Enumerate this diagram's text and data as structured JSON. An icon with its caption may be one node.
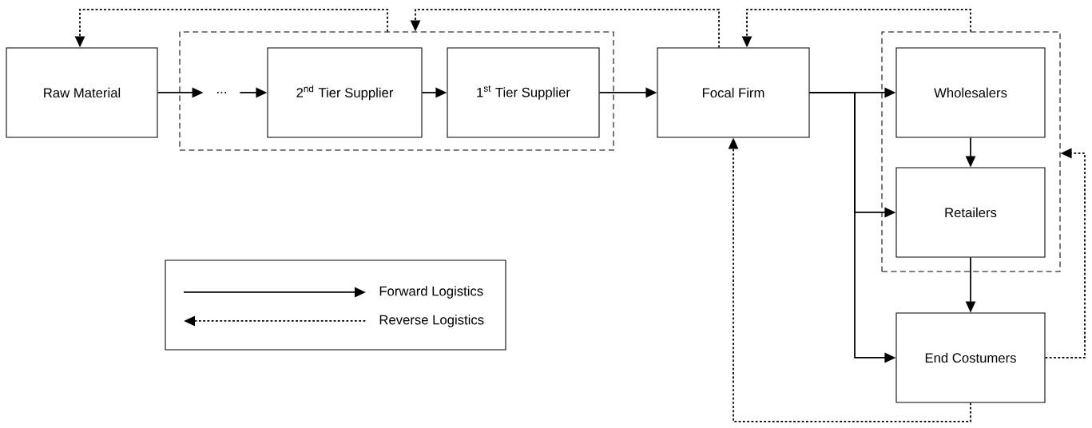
{
  "diagram": {
    "nodes": [
      {
        "text": [
          "Raw Material"
        ]
      },
      {
        "text": [],
        "shape": "box"
      },
      {
        "text": [
          "..."
        ],
        "in": 1
      },
      {
        "text": [
          "2$^{nd}$ Tier Supplier"
        ],
        "in": 1
      },
      {
        "text": [
          "1$^{st}$ Tier Supplier"
        ],
        "in": 1
      },
      {
        "text": [
          "Focal Firm"
        ]
      },
      {
        "text": [],
        "shape": "box"
      },
      {
        "text": [
          "Wholesalers"
        ],
        "in": 6
      },
      {
        "text": [
          "Retailers"
        ],
        "in": 6
      },
      {
        "text": [
          "End Costumers"
        ]
      }
    ],
    "edges": [
      {
        "from": 0,
        "to": 2,
        "arrow": "to"
      },
      {
        "from": 2,
        "to": 3,
        "arrow": "to"
      },
      {
        "from": 3,
        "to": 4,
        "arrow": "to"
      },
      {
        "from": 4,
        "to": 5,
        "arrow": "to"
      },
      {
        "from": 5,
        "to": 7,
        "arrow": "to"
      },
      {
        "from": 5,
        "to": 8,
        "arrow": "to"
      },
      {
        "from": 5,
        "to": 9,
        "arrow": "to"
      },
      {
        "from": 7,
        "to": 8,
        "arrow": "to"
      },
      {
        "from": 8,
        "to": 9,
        "arrow": "to"
      },
      {
        "from": 1,
        "to": 0,
        "arrow": "to",
        "style": "dashed"
      },
      {
        "from": 5,
        "to": 1,
        "arrow": "to",
        "style": "dashed"
      },
      {
        "from": 6,
        "to": 5,
        "arrow": "to",
        "style": "dashed"
      },
      {
        "from": 9,
        "to": 6,
        "arrow": "to",
        "style": "dashed"
      },
      {
        "from": 9,
        "to": 5,
        "arrow": "to",
        "style": "dashed"
      }
    ],
    "legend": [
      {
        "text": "Forward Logistics"
      },
      {
        "text": "Reverse Logistics"
      }
    ]
  }
}
